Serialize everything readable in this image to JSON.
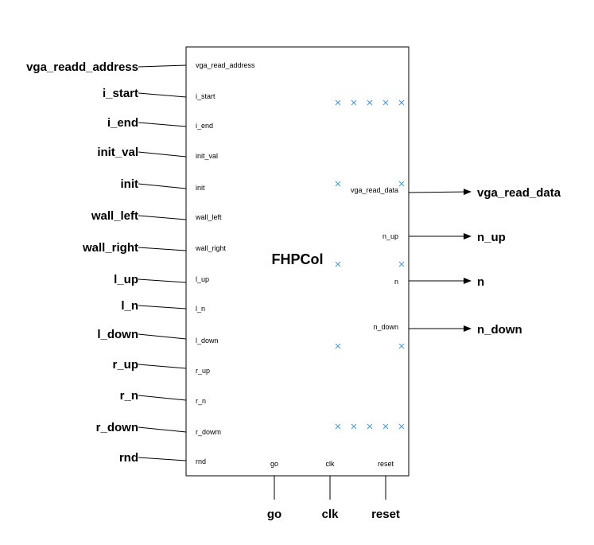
{
  "block": {
    "title": "FHPCol"
  },
  "inputs": [
    {
      "external": "vga_readd_address",
      "port": "vga_read_address"
    },
    {
      "external": "i_start",
      "port": "i_start"
    },
    {
      "external": "i_end",
      "port": "i_end"
    },
    {
      "external": "init_val",
      "port": "init_val"
    },
    {
      "external": "init",
      "port": "init"
    },
    {
      "external": "wall_left",
      "port": "wall_left"
    },
    {
      "external": "wall_right",
      "port": "wall_right"
    },
    {
      "external": "l_up",
      "port": "l_up"
    },
    {
      "external": "l_n",
      "port": "l_n"
    },
    {
      "external": "l_down",
      "port": "l_down"
    },
    {
      "external": "r_up",
      "port": "r_up"
    },
    {
      "external": "r_n",
      "port": "r_n"
    },
    {
      "external": "r_down",
      "port": "r_dowm"
    },
    {
      "external": "rnd",
      "port": "rnd"
    }
  ],
  "outputs": [
    {
      "port": "vga_read_data",
      "external": "vga_read_data"
    },
    {
      "port": "n_up",
      "external": "n_up"
    },
    {
      "port": "n",
      "external": "n"
    },
    {
      "port": "n_down",
      "external": "n_down"
    }
  ],
  "bottom_ports": [
    {
      "port": "go",
      "external": "go"
    },
    {
      "port": "clk",
      "external": "clk"
    },
    {
      "port": "reset",
      "external": "reset"
    }
  ],
  "colors": {
    "marker": "#4a9bd8",
    "line": "#000000",
    "background": "#ffffff"
  }
}
